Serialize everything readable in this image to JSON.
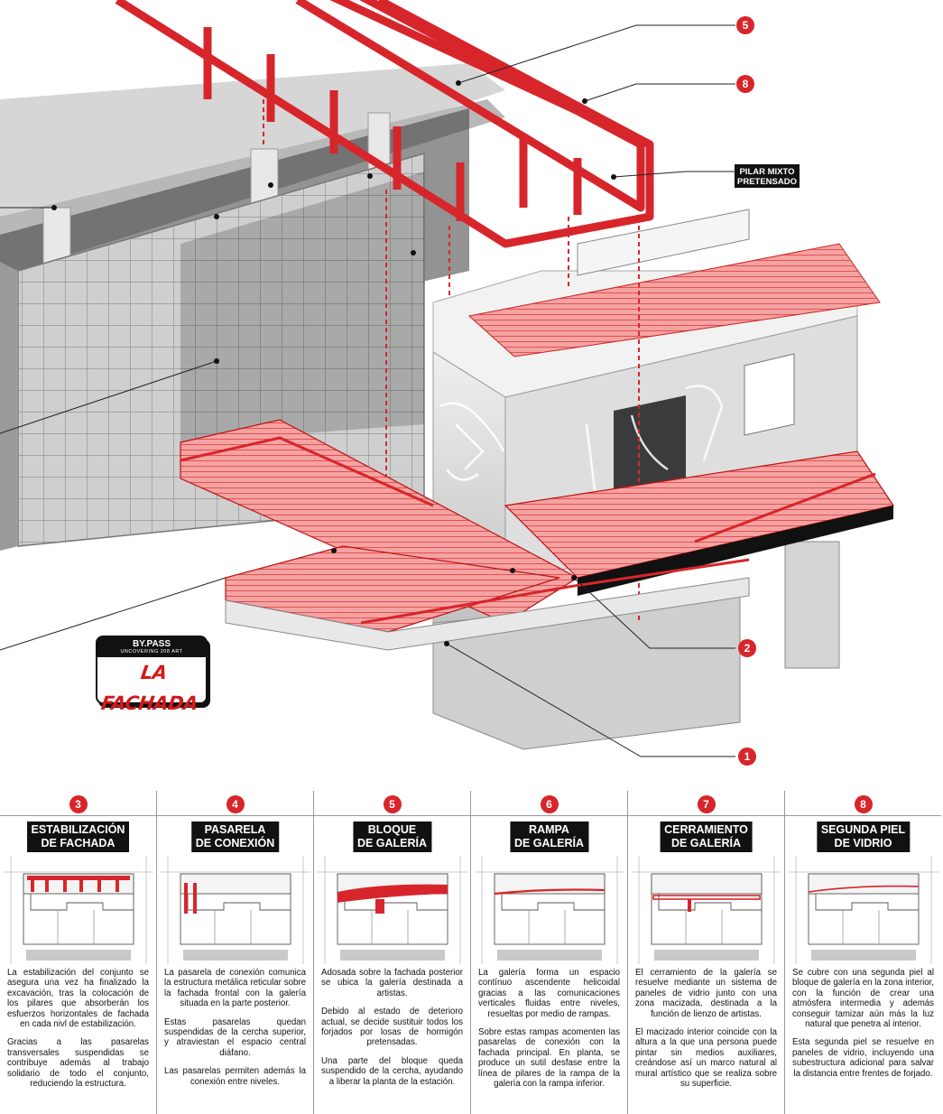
{
  "colors": {
    "accent": "#d7262b",
    "dark": "#111111",
    "concrete": "#e3e3e3"
  },
  "callouts": [
    {
      "id": "c5",
      "number": "5"
    },
    {
      "id": "c8",
      "number": "8"
    },
    {
      "id": "c2",
      "number": "2"
    },
    {
      "id": "c1",
      "number": "1"
    }
  ],
  "pilar_label": {
    "line1": "PILAR MIXTO",
    "line2": "PRETENSADO"
  },
  "logo": {
    "line1": "BY.PASS",
    "line2": "UNCOVERING 208 ART",
    "title": "LA FACHADA"
  },
  "panels": [
    {
      "number": "3",
      "title": "ESTABILIZACIÓN\nDE FACHADA",
      "paragraphs": [
        "La estabilización del conjunto se asegura una vez ha finalizado la excavación, tras la colocación de los pilares que absorberán los esfuerzos horizontales de fachada en cada nivl de estabilización.",
        "Gracias a las pasarelas transversales suspendidas se contribuye además al trabajo solidario de todo el conjunto, reduciendo la estructura."
      ]
    },
    {
      "number": "4",
      "title": "PASARELA\nDE CONEXIÓN",
      "paragraphs": [
        "La pasarela de conexión comunica la estructura metálica reticular sobre la fachada frontal con la galería situada en la parte posterior.",
        "Estas pasarelas quedan suspendidas de la cercha superior, y atraviestan el espacio central diáfano.",
        "Las pasarelas permiten además la conexión entre niveles."
      ]
    },
    {
      "number": "5",
      "title": "BLOQUE\nDE GALERÍA",
      "paragraphs": [
        "Adosada sobre la fachada posterior se ubica la galería destinada a artistas.",
        "Debido al estado de deterioro actual, se decide sustituir todos los forjados por losas de hormigón pretensadas.",
        "Una parte del bloque queda suspendido de la cercha, ayudando a liberar la planta de la estación."
      ]
    },
    {
      "number": "6",
      "title": "RAMPA\nDE GALERÍA",
      "paragraphs": [
        "La galería forma un espacio contínuo ascendente helicoidal gracias a las comunicaciones verticales fluidas entre niveles, resueltas por medio de rampas.",
        "Sobre estas rampas acomenten las pasarelas de conexión con la fachada principal. En planta, se produce un sutil desfase entre la línea de pilares de la rampa de la galería con la rampa inferior."
      ]
    },
    {
      "number": "7",
      "title": "CERRAMIENTO\nDE GALERÍA",
      "paragraphs": [
        "El cerramiento de la galería se resuelve mediante un sistema de paneles de vidrio junto con una zona macizada, destinada a la función de lienzo de artistas.",
        "El macizado interior coincide con la altura a la que una persona puede pintar sin medios auxiliares, creándose así un marco natural al mural artístico que se realiza sobre su superficie."
      ]
    },
    {
      "number": "8",
      "title": "SEGUNDA PIEL\nDE VIDRIO",
      "paragraphs": [
        "Se cubre con una segunda piel al bloque de galería en la zona interior, con la función de crear una atmósfera intermedia y además conseguir tamizar aún más la luz natural que penetra al interior.",
        "Esta segunda piel se resuelve en paneles de vidrio, incluyendo una subestructura adicional para salvar la distancia entre frentes de forjado."
      ]
    }
  ]
}
